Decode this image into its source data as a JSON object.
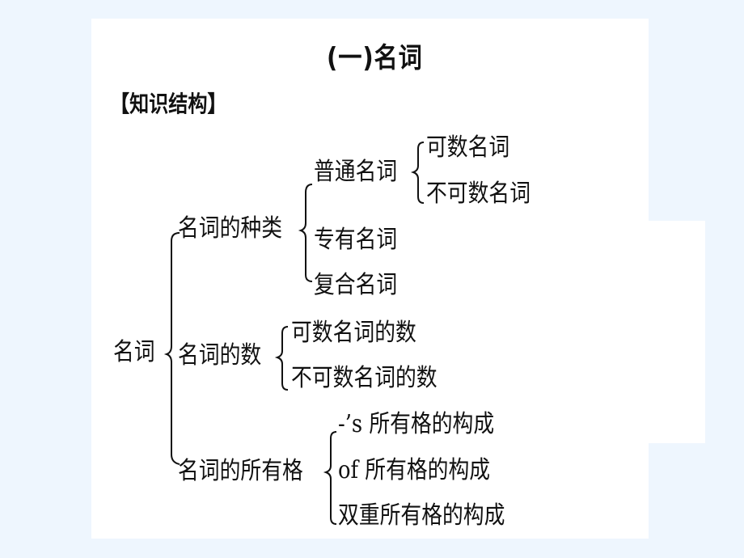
{
  "slide": {
    "title": "(一)名词",
    "section_heading": "【知识结构】"
  },
  "tree": {
    "root": "名词",
    "branches": [
      {
        "label": "名词的种类",
        "children": [
          {
            "label": "普通名词",
            "children": [
              "可数名词",
              "不可数名词"
            ]
          },
          {
            "label": "专有名词"
          },
          {
            "label": "复合名词"
          }
        ]
      },
      {
        "label": "名词的数",
        "children": [
          "可数名词的数",
          "不可数名词的数"
        ]
      },
      {
        "label": "名词的所有格",
        "children": [
          "-’s 所有格的构成",
          "of 所有格的构成",
          "双重所有格的构成"
        ]
      }
    ]
  },
  "colors": {
    "background": "#EEF6FE",
    "card": "#FFFFFF",
    "text": "#111111"
  }
}
